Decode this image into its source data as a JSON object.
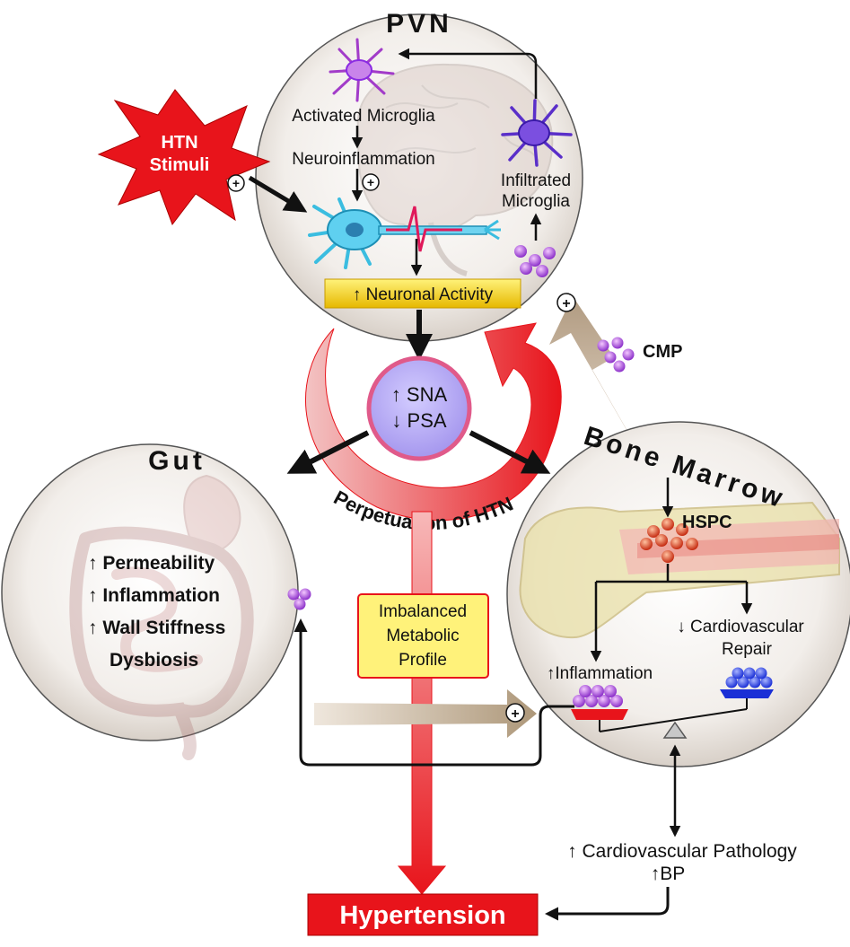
{
  "pvn": {
    "title": "PVN",
    "activated_microglia": "Activated Microglia",
    "neuroinflammation": "Neuroinflammation",
    "infiltrated_line1": "Infiltrated",
    "infiltrated_line2": "Microglia",
    "neuronal_activity": "↑ Neuronal Activity"
  },
  "stimuli": {
    "line1": "HTN",
    "line2": "Stimuli"
  },
  "center": {
    "sna": "↑ SNA",
    "psa": "↓ PSA",
    "perpetuation": "Perpetuation of HTN"
  },
  "cmp": "CMP",
  "gut": {
    "title": "Gut",
    "items": [
      "↑ Permeability",
      "↑ Inflammation",
      "↑ Wall Stiffness",
      "Dysbiosis"
    ]
  },
  "metabolic": {
    "line1": "Imbalanced",
    "line2": "Metabolic",
    "line3": "Profile"
  },
  "bone_marrow": {
    "title": "Bone Marrow",
    "hspc": "HSPC",
    "repair_line1": "↓ Cardiovascular",
    "repair_line2": "Repair",
    "inflammation": "↑Inflammation"
  },
  "pathology": {
    "line1": "↑ Cardiovascular Pathology",
    "line2": "↑BP"
  },
  "outcome": "Hypertension",
  "plus": "+",
  "colors": {
    "red": "#e8141b",
    "yellow": "#f2cc16",
    "lavender": "#b3a6ee",
    "tan": "#c9b59d",
    "purple": "#8a2be2",
    "blue": "#1a2fd6",
    "black": "#111111"
  }
}
